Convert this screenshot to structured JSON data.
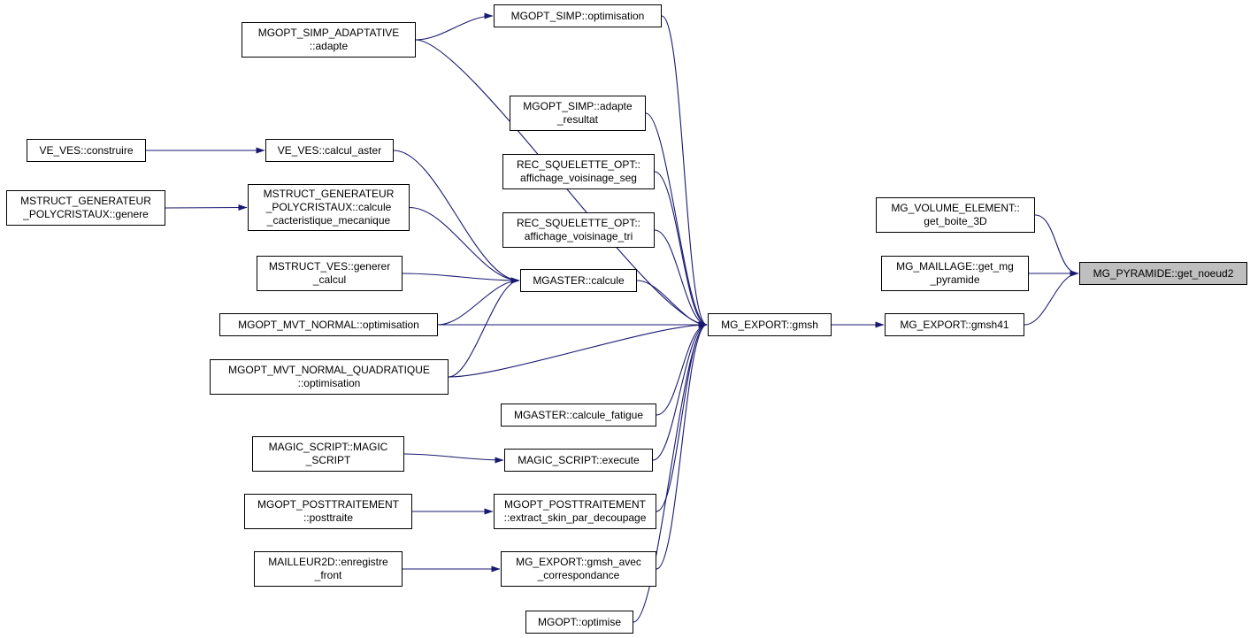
{
  "diagram": {
    "nodes": {
      "construire": {
        "label": "VE_VES::construire"
      },
      "genere": {
        "label": "MSTRUCT_GENERATEUR\n_POLYCRISTAUX::genere"
      },
      "simp_adaptative_adapte": {
        "label": "MGOPT_SIMP_ADAPTATIVE\n::adapte"
      },
      "calcul_aster": {
        "label": "VE_VES::calcul_aster"
      },
      "calcule_cacteristique": {
        "label": "MSTRUCT_GENERATEUR\n_POLYCRISTAUX::calcule\n_cacteristique_mecanique"
      },
      "generer_calcul": {
        "label": "MSTRUCT_VES::generer\n_calcul"
      },
      "mvt_normal_opt": {
        "label": "MGOPT_MVT_NORMAL::optimisation"
      },
      "mvt_normal_quad_opt": {
        "label": "MGOPT_MVT_NORMAL_QUADRATIQUE\n::optimisation"
      },
      "magic_script_ctor": {
        "label": "MAGIC_SCRIPT::MAGIC\n_SCRIPT"
      },
      "posttraite": {
        "label": "MGOPT_POSTTRAITEMENT\n::posttraite"
      },
      "enregistre_front": {
        "label": "MAILLEUR2D::enregistre\n_front"
      },
      "simp_optimisation": {
        "label": "MGOPT_SIMP::optimisation"
      },
      "adapte_resultat": {
        "label": "MGOPT_SIMP::adapte\n_resultat"
      },
      "voisinage_seg": {
        "label": "REC_SQUELETTE_OPT::\naffichage_voisinage_seg"
      },
      "voisinage_tri": {
        "label": "REC_SQUELETTE_OPT::\naffichage_voisinage_tri"
      },
      "mgaster_calcule": {
        "label": "MGASTER::calcule"
      },
      "calcule_fatigue": {
        "label": "MGASTER::calcule_fatigue"
      },
      "magic_execute": {
        "label": "MAGIC_SCRIPT::execute"
      },
      "extract_skin": {
        "label": "MGOPT_POSTTRAITEMENT\n::extract_skin_par_decoupage"
      },
      "gmsh_avec": {
        "label": "MG_EXPORT::gmsh_avec\n_correspondance"
      },
      "optimise": {
        "label": "MGOPT::optimise"
      },
      "gmsh": {
        "label": "MG_EXPORT::gmsh"
      },
      "get_boite_3d": {
        "label": "MG_VOLUME_ELEMENT::\nget_boite_3D"
      },
      "get_mg_pyramide": {
        "label": "MG_MAILLAGE::get_mg\n_pyramide"
      },
      "gmsh41": {
        "label": "MG_EXPORT::gmsh41"
      },
      "get_noeud2": {
        "label": "MG_PYRAMIDE::get_noeud2",
        "highlighted": true
      }
    },
    "edges": [
      {
        "from": "construire",
        "to": "calcul_aster"
      },
      {
        "from": "genere",
        "to": "calcule_cacteristique"
      },
      {
        "from": "simp_adaptative_adapte",
        "to": "simp_optimisation"
      },
      {
        "from": "simp_adaptative_adapte",
        "to": "gmsh"
      },
      {
        "from": "calcul_aster",
        "to": "mgaster_calcule"
      },
      {
        "from": "calcule_cacteristique",
        "to": "mgaster_calcule"
      },
      {
        "from": "generer_calcul",
        "to": "mgaster_calcule"
      },
      {
        "from": "mvt_normal_opt",
        "to": "mgaster_calcule"
      },
      {
        "from": "mvt_normal_quad_opt",
        "to": "mgaster_calcule"
      },
      {
        "from": "mvt_normal_opt",
        "to": "gmsh"
      },
      {
        "from": "mvt_normal_quad_opt",
        "to": "gmsh"
      },
      {
        "from": "mgaster_calcule",
        "to": "gmsh"
      },
      {
        "from": "simp_optimisation",
        "to": "gmsh"
      },
      {
        "from": "adapte_resultat",
        "to": "gmsh"
      },
      {
        "from": "voisinage_seg",
        "to": "gmsh"
      },
      {
        "from": "voisinage_tri",
        "to": "gmsh"
      },
      {
        "from": "calcule_fatigue",
        "to": "gmsh"
      },
      {
        "from": "magic_script_ctor",
        "to": "magic_execute"
      },
      {
        "from": "magic_execute",
        "to": "gmsh"
      },
      {
        "from": "posttraite",
        "to": "extract_skin"
      },
      {
        "from": "extract_skin",
        "to": "gmsh"
      },
      {
        "from": "enregistre_front",
        "to": "gmsh_avec"
      },
      {
        "from": "gmsh_avec",
        "to": "gmsh"
      },
      {
        "from": "optimise",
        "to": "gmsh"
      },
      {
        "from": "gmsh",
        "to": "gmsh41"
      },
      {
        "from": "get_boite_3d",
        "to": "get_noeud2"
      },
      {
        "from": "get_mg_pyramide",
        "to": "get_noeud2"
      },
      {
        "from": "gmsh41",
        "to": "get_noeud2"
      }
    ]
  },
  "colors": {
    "edge": "#191970",
    "node_border": "#000000",
    "node_fill": "#ffffff",
    "highlight_fill": "#bfbfbf",
    "background": "#ffffff"
  }
}
